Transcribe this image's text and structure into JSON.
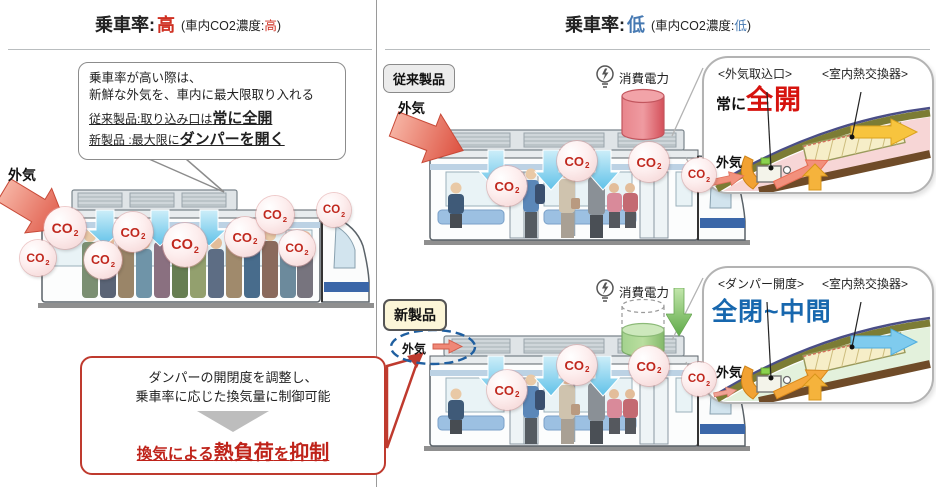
{
  "colors": {
    "high_red": "#cf2f21",
    "low_blue": "#4679b2",
    "full_open_red": "#d6130e",
    "damper_blue": "#1767ae",
    "result_red": "#bf231a"
  },
  "titles": {
    "left_main": "乗車率:",
    "left_value": "高",
    "left_sub_pre": "(車内CO2濃度:",
    "left_sub_value": "高",
    "left_sub_post": ")",
    "right_main": "乗車率:",
    "right_value": "低",
    "right_sub_pre": "(車内CO2濃度:",
    "right_sub_value": "低",
    "right_sub_post": ")"
  },
  "left": {
    "bubble_line1": "乗車率が高い際は、",
    "bubble_line2": "新鮮な外気を、車内に最大限取り入れる",
    "bubble_conv_pre": "従来製品:取り込み口は",
    "bubble_conv_strong": "常に全開",
    "bubble_new_pre": "新製品 :最大限に",
    "bubble_new_strong": "ダンパーを開く",
    "outside_air": "外気",
    "box_line1": "ダンパーの開閉度を調整し、",
    "box_line2": "乗車率に応じた換気量に制御可能",
    "box_result_pre": "換気による",
    "box_result_strong1": "熱負荷",
    "box_result_mid": "を",
    "box_result_strong2": "抑制"
  },
  "right": {
    "conv_label": "従来製品",
    "new_label": "新製品",
    "outside_air": "外気",
    "power_label": "消費電力",
    "conv_detail_title1": "<外気取込口>",
    "conv_detail_pre": "常に",
    "conv_detail_value": "全開",
    "detail_title2": "<室内熱交換器>",
    "new_detail_title1": "<ダンパー開度>",
    "new_detail_value": "全閉~中間"
  },
  "co2": {
    "base": "CO",
    "sub": "2"
  }
}
